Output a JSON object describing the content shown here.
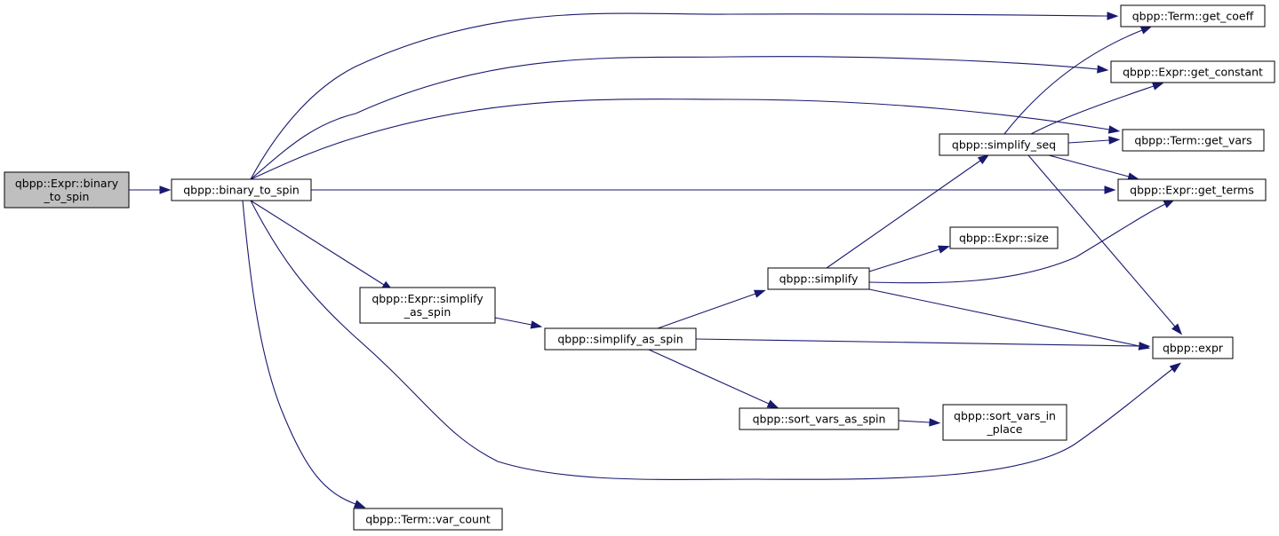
{
  "nodes": [
    {
      "id": "root",
      "lines": [
        "qbpp::Expr::binary",
        "_to_spin"
      ],
      "highlighted": true
    },
    {
      "id": "b2s",
      "lines": [
        "qbpp::binary_to_spin"
      ]
    },
    {
      "id": "coeff",
      "lines": [
        "qbpp::Term::get_coeff"
      ]
    },
    {
      "id": "constant",
      "lines": [
        "qbpp::Expr::get_constant"
      ]
    },
    {
      "id": "vars",
      "lines": [
        "qbpp::Term::get_vars"
      ]
    },
    {
      "id": "terms",
      "lines": [
        "qbpp::Expr::get_terms"
      ]
    },
    {
      "id": "simpseq",
      "lines": [
        "qbpp::simplify_seq"
      ]
    },
    {
      "id": "size",
      "lines": [
        "qbpp::Expr::size"
      ]
    },
    {
      "id": "simplify",
      "lines": [
        "qbpp::simplify"
      ]
    },
    {
      "id": "exprsimp",
      "lines": [
        "qbpp::Expr::simplify",
        "_as_spin"
      ]
    },
    {
      "id": "simpspin",
      "lines": [
        "qbpp::simplify_as_spin"
      ]
    },
    {
      "id": "expr",
      "lines": [
        "qbpp::expr"
      ]
    },
    {
      "id": "sortspin",
      "lines": [
        "qbpp::sort_vars_as_spin"
      ]
    },
    {
      "id": "sortplace",
      "lines": [
        "qbpp::sort_vars_in",
        "_place"
      ]
    },
    {
      "id": "varcount",
      "lines": [
        "qbpp::Term::var_count"
      ]
    }
  ],
  "edges": [
    {
      "from": "root",
      "to": "b2s"
    },
    {
      "from": "b2s",
      "to": "coeff"
    },
    {
      "from": "b2s",
      "to": "constant"
    },
    {
      "from": "b2s",
      "to": "vars"
    },
    {
      "from": "b2s",
      "to": "terms"
    },
    {
      "from": "b2s",
      "to": "exprsimp"
    },
    {
      "from": "b2s",
      "to": "expr"
    },
    {
      "from": "b2s",
      "to": "varcount"
    },
    {
      "from": "exprsimp",
      "to": "simpspin"
    },
    {
      "from": "simpspin",
      "to": "simplify"
    },
    {
      "from": "simpspin",
      "to": "expr"
    },
    {
      "from": "simpspin",
      "to": "sortspin"
    },
    {
      "from": "sortspin",
      "to": "sortplace"
    },
    {
      "from": "simplify",
      "to": "simpseq"
    },
    {
      "from": "simplify",
      "to": "size"
    },
    {
      "from": "simplify",
      "to": "terms"
    },
    {
      "from": "simplify",
      "to": "expr"
    },
    {
      "from": "simpseq",
      "to": "coeff"
    },
    {
      "from": "simpseq",
      "to": "constant"
    },
    {
      "from": "simpseq",
      "to": "vars"
    },
    {
      "from": "simpseq",
      "to": "terms"
    },
    {
      "from": "simpseq",
      "to": "expr"
    }
  ],
  "colors": {
    "edge": "#191970",
    "root_fill": "#bfbfbf",
    "node_fill": "#ffffff",
    "border": "#000000"
  }
}
